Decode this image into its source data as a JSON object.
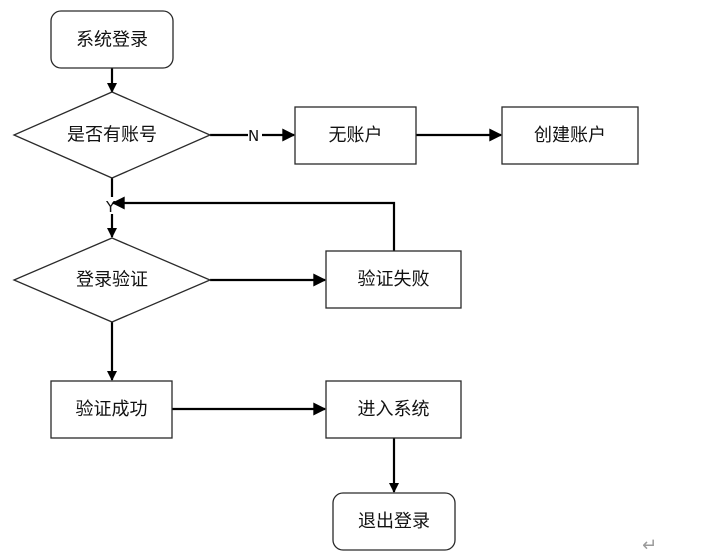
{
  "nodes": {
    "start": {
      "label": "系统登录",
      "shape": "rounded-rect"
    },
    "has_account": {
      "label": "是否有账号",
      "shape": "diamond"
    },
    "no_account": {
      "label": "无账户",
      "shape": "rect"
    },
    "create_account": {
      "label": "创建账户",
      "shape": "rect"
    },
    "login_verify": {
      "label": "登录验证",
      "shape": "diamond"
    },
    "verify_fail": {
      "label": "验证失败",
      "shape": "rect"
    },
    "verify_success": {
      "label": "验证成功",
      "shape": "rect"
    },
    "enter_system": {
      "label": "进入系统",
      "shape": "rect"
    },
    "logout": {
      "label": "退出登录",
      "shape": "rounded-rect"
    }
  },
  "edges": [
    {
      "from": "start",
      "to": "has_account",
      "label": ""
    },
    {
      "from": "has_account",
      "to": "no_account",
      "label": "N"
    },
    {
      "from": "no_account",
      "to": "create_account",
      "label": ""
    },
    {
      "from": "has_account",
      "to": "login_verify",
      "label": "Y"
    },
    {
      "from": "login_verify",
      "to": "verify_fail",
      "label": ""
    },
    {
      "from": "verify_fail",
      "to": "login_verify",
      "label": ""
    },
    {
      "from": "login_verify",
      "to": "verify_success",
      "label": ""
    },
    {
      "from": "verify_success",
      "to": "enter_system",
      "label": ""
    },
    {
      "from": "enter_system",
      "to": "logout",
      "label": ""
    }
  ],
  "paragraph_mark": "↵",
  "colors": {
    "stroke": "#2a2a2a",
    "arrow": "#000000",
    "fill": "#ffffff",
    "text": "#111111",
    "paragraph_mark": "#9a9a9a"
  }
}
